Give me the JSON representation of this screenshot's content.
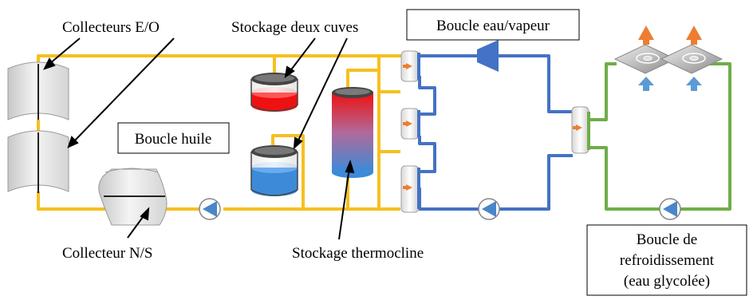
{
  "labels": {
    "collecteurs_eo": "Collecteurs E/O",
    "stockage_deux_cuves": "Stockage deux cuves",
    "boucle_eau_vapeur": "Boucle eau/vapeur",
    "boucle_huile": "Boucle huile",
    "collecteur_ns": "Collecteur N/S",
    "stockage_thermocline": "Stockage thermocline",
    "boucle_refroidissement_line1": "Boucle de",
    "boucle_refroidissement_line2": "refroidissement",
    "boucle_refroidissement_line3": "(eau glycolée)"
  },
  "colors": {
    "oil_loop": "#f5c020",
    "water_steam_loop": "#4472c4",
    "cooling_loop": "#70ad47",
    "hot_tank": "#ee1111",
    "cold_tank": "#3c8ad8",
    "pump": "#4a86c8",
    "arrow_out": "#ed7d31",
    "arrow_in": "#5b9bd5"
  }
}
